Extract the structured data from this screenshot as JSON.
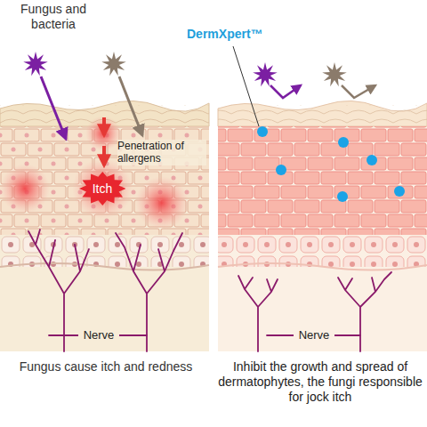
{
  "diagram": {
    "nodes": [
      {
        "text": [
          "Itch"
        ]
      }
    ],
    "labels": [
      "Fungus and bacteria",
      "Penetration of allergens",
      "Nerve",
      "Nerve",
      "DermXpert™",
      "Fungus cause itch and redness",
      "Inhibit the growth and spread of dermatophytes, the fungi responsible for jock itch"
    ]
  }
}
